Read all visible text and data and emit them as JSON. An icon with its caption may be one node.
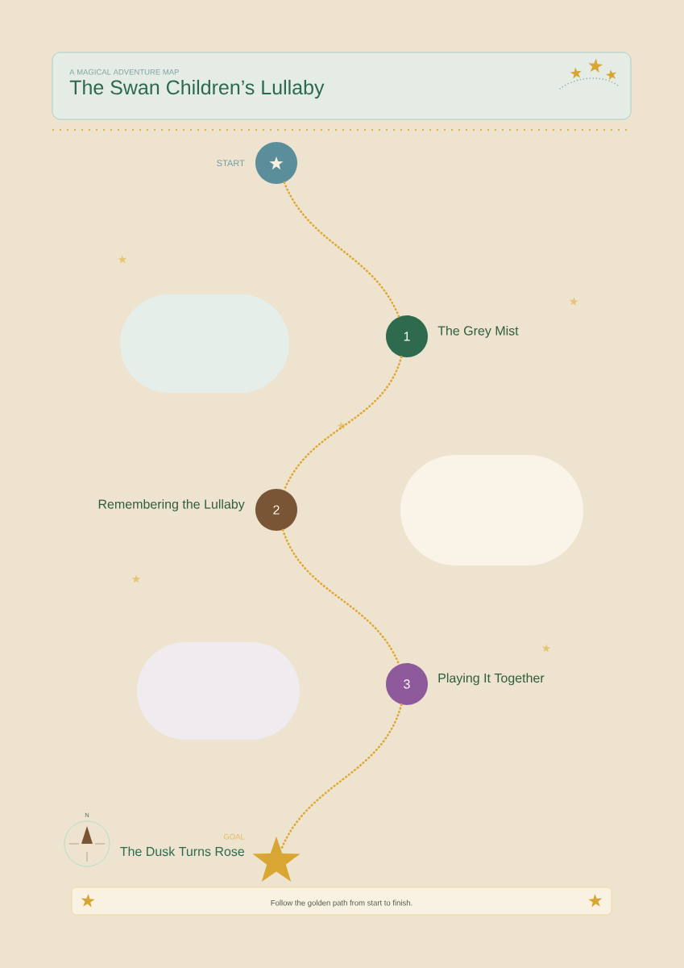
{
  "diagram": {
    "title": "The Swan Children’s Lullaby",
    "nodes": [
      {
        "text": [],
        "shape": "circle",
        "beside": [
          "START"
        ]
      },
      {
        "text": [],
        "shape": "cloud"
      },
      {
        "text": [
          "1"
        ],
        "beside": [
          "The Grey Mist"
        ]
      },
      {
        "text": [
          "2"
        ],
        "beside": [
          "Remembering the Lullaby"
        ]
      },
      {
        "text": [],
        "shape": "cloud"
      },
      {
        "text": [],
        "shape": "cloud"
      },
      {
        "text": [
          "3"
        ],
        "beside": [
          "Playing It Together"
        ]
      },
      {
        "text": [],
        "shape": "star",
        "beside": [
          "GOAL",
          "The Dusk Turns Rose"
        ]
      }
    ],
    "edges": [
      {
        "from": 0,
        "to": 2,
        "arrow": "none"
      },
      {
        "from": 2,
        "to": 3,
        "arrow": "none"
      },
      {
        "from": 3,
        "to": 6,
        "arrow": "none"
      },
      {
        "from": 6,
        "to": 7,
        "arrow": "none"
      }
    ],
    "labels": [
      "A MAGICAL ADVENTURE MAP",
      "N",
      "Follow the golden path from start to finish."
    ]
  }
}
